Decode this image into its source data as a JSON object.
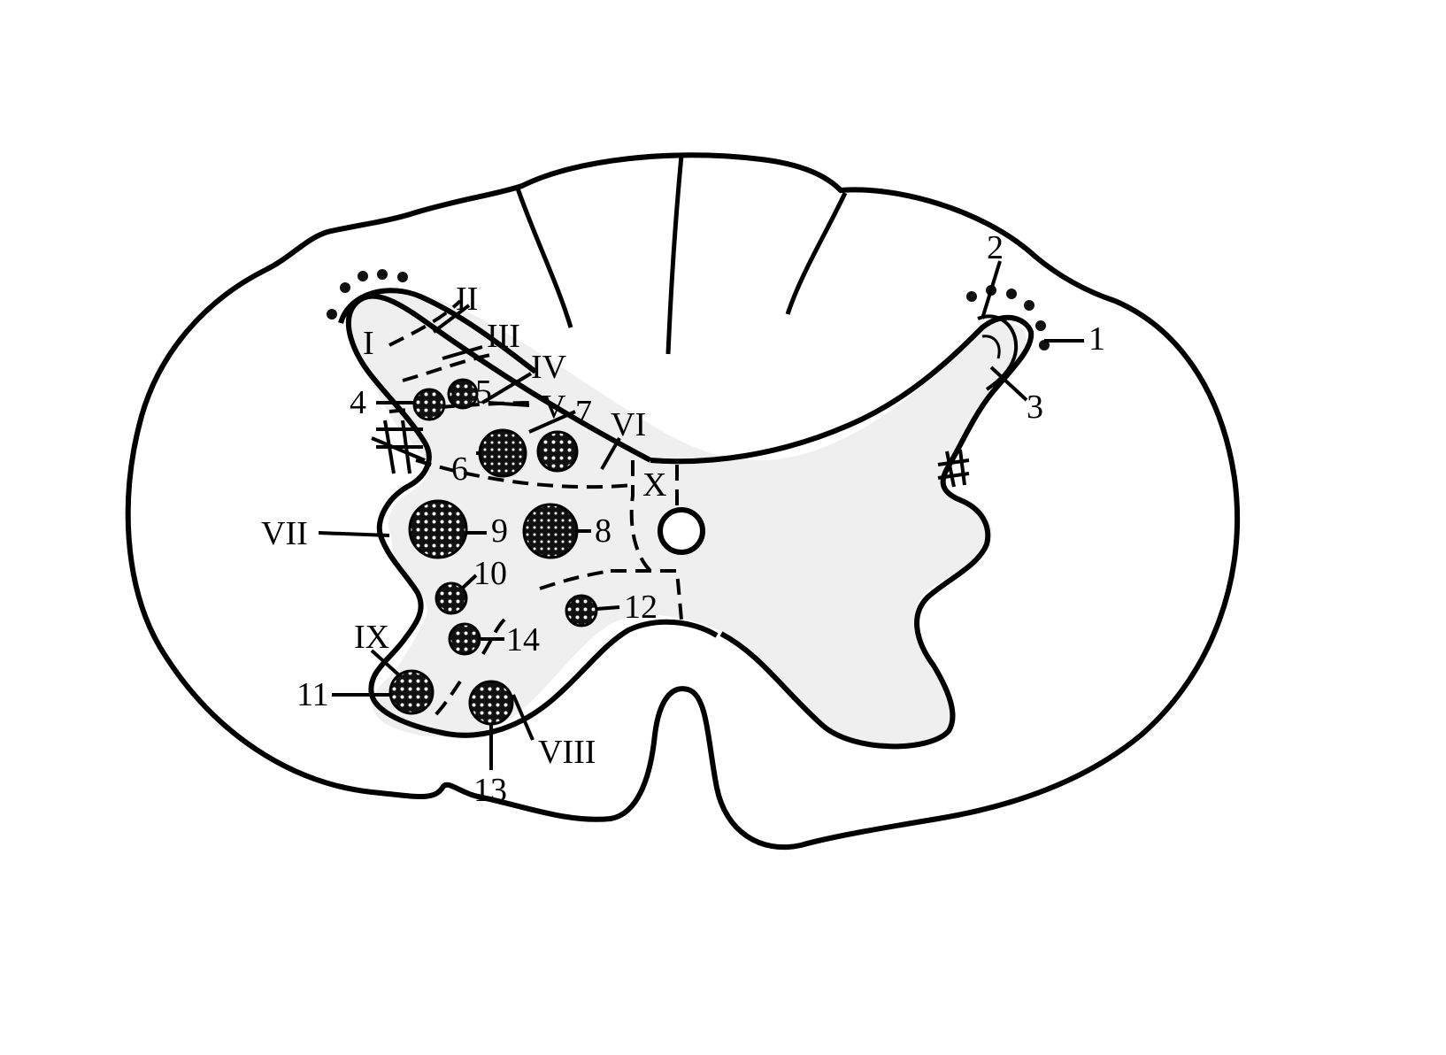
{
  "diagram": {
    "colors": {
      "stroke": "#000000",
      "background": "#ffffff",
      "gray_matter": "#efefef",
      "nucleus_fill": "#111111",
      "nucleus_dot": "#ffffff"
    },
    "laminae": [
      {
        "id": "I",
        "label": "I"
      },
      {
        "id": "II",
        "label": "II"
      },
      {
        "id": "III",
        "label": "III"
      },
      {
        "id": "IV",
        "label": "IV"
      },
      {
        "id": "V",
        "label": "V"
      },
      {
        "id": "VI",
        "label": "VI"
      },
      {
        "id": "VII",
        "label": "VII"
      },
      {
        "id": "VIII",
        "label": "VIII"
      },
      {
        "id": "IX",
        "label": "IX"
      },
      {
        "id": "X",
        "label": "X"
      }
    ],
    "numbered_labels": [
      {
        "id": "n1",
        "label": "1"
      },
      {
        "id": "n2",
        "label": "2"
      },
      {
        "id": "n3",
        "label": "3"
      },
      {
        "id": "n4",
        "label": "4"
      },
      {
        "id": "n5",
        "label": "5"
      },
      {
        "id": "n6",
        "label": "6"
      },
      {
        "id": "n7",
        "label": "7"
      },
      {
        "id": "n8",
        "label": "8"
      },
      {
        "id": "n9",
        "label": "9"
      },
      {
        "id": "n10",
        "label": "10"
      },
      {
        "id": "n11",
        "label": "11"
      },
      {
        "id": "n12",
        "label": "12"
      },
      {
        "id": "n13",
        "label": "13"
      },
      {
        "id": "n14",
        "label": "14"
      }
    ]
  }
}
